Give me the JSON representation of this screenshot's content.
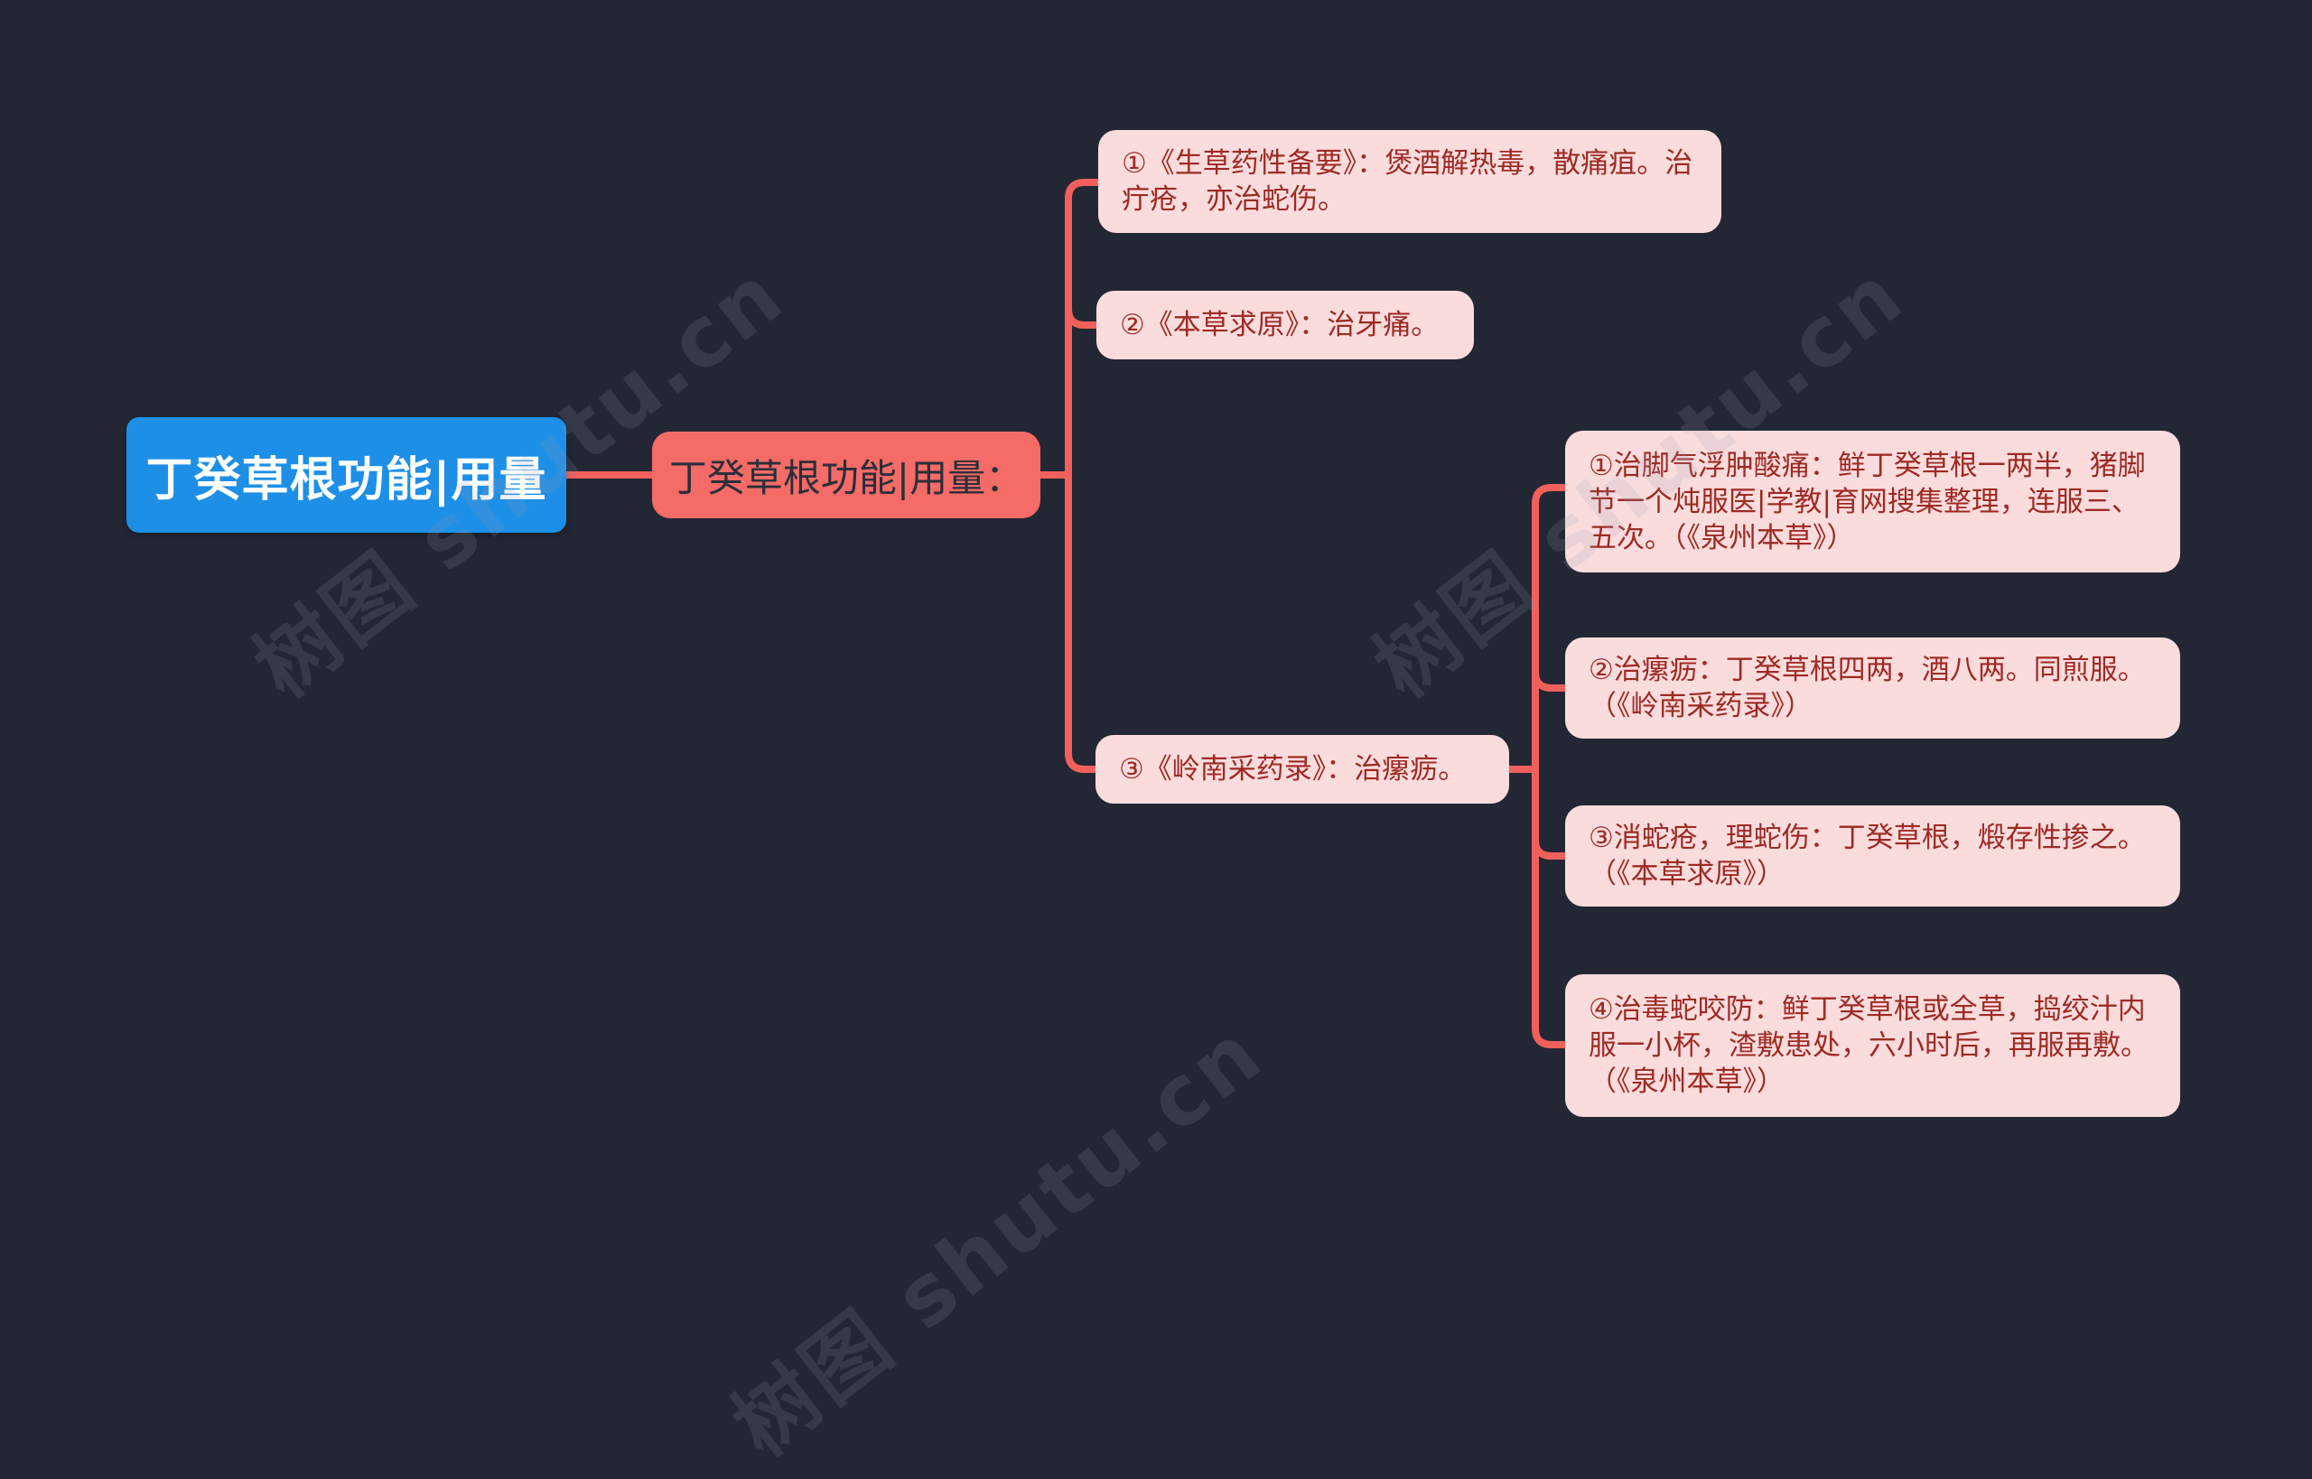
{
  "colors": {
    "background": "#232734",
    "root-bg": "#1e8fe6",
    "root-text": "#ffffff",
    "center-bg": "#f56b66",
    "center-text": "#2b2e3b",
    "card-bg": "#fadcdd",
    "card-text": "#9e2a24",
    "connector": "#f2605b"
  },
  "root": {
    "label": "丁癸草根功能|用量"
  },
  "center": {
    "label": "丁癸草根功能|用量："
  },
  "left_notes": [
    {
      "text": "①《生草药性备要》：煲酒解热毒，散痛疽。治疔疮，亦治蛇伤。"
    },
    {
      "text": "②《本草求原》：治牙痛。"
    },
    {
      "text": "③《岭南采药录》：治瘰疬。"
    }
  ],
  "right_notes": [
    {
      "text": "①治脚气浮肿酸痛：鲜丁癸草根一两半，猪脚节一个炖服医|学教|育网搜集整理，连服三、五次。（《泉州本草》）"
    },
    {
      "text": "②治瘰疬：丁癸草根四两，酒八两。同煎服。（《岭南采药录》）"
    },
    {
      "text": "③消蛇疮，理蛇伤：丁癸草根，煅存性掺之。（《本草求原》）"
    },
    {
      "text": "④治毒蛇咬防：鲜丁癸草根或全草，捣绞汁内服一小杯，渣敷患处，六小时后，再服再敷。（《泉州本草》）"
    }
  ],
  "watermark": {
    "text": "树图 shutu.cn"
  }
}
